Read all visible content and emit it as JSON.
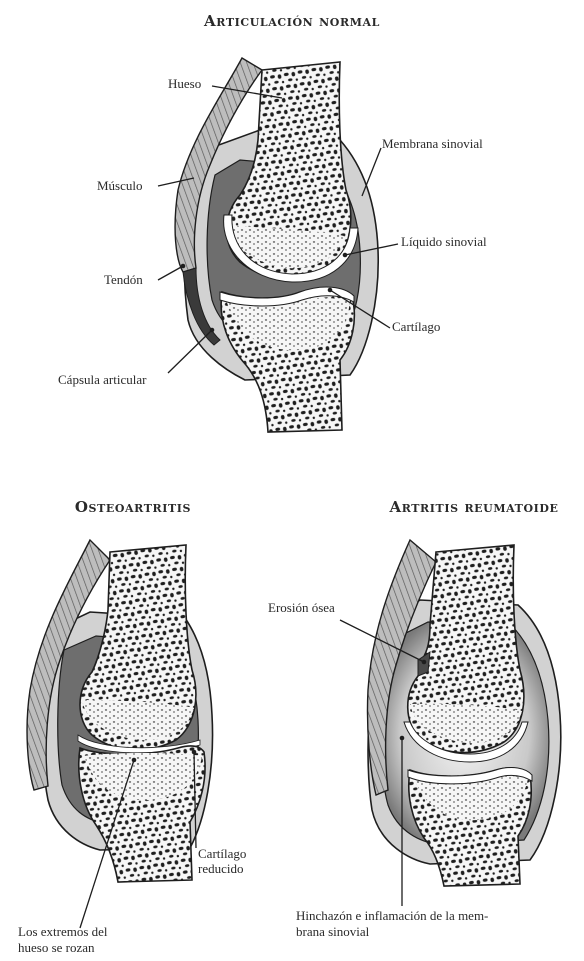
{
  "titles": {
    "normal": "Articulación normal",
    "osteo": "Osteoartritis",
    "reuma": "Artritis reumatoide"
  },
  "labels": {
    "hueso": "Hueso",
    "musculo": "Músculo",
    "tendon": "Tendón",
    "capsula": "Cápsula articular",
    "membrana": "Membrana sinovial",
    "liquido": "Líquido sinovial",
    "cartilago": "Cartílago",
    "cartilago_reducido_1": "Cartílago",
    "cartilago_reducido_2": "reducido",
    "extremos_1": "Los extremos del",
    "extremos_2": "hueso se rozan",
    "erosion": "Erosión ósea",
    "hinchazon_1": "Hinchazón e inflamación de la mem-",
    "hinchazon_2": "brana sinovial"
  },
  "colors": {
    "ink": "#1e1e1e",
    "capsule": "#cfcfcf",
    "synovial_fluid": "#6e6e6e",
    "inflamed_synovium": "#8a8a8a",
    "bone": "#f4f4f4"
  }
}
